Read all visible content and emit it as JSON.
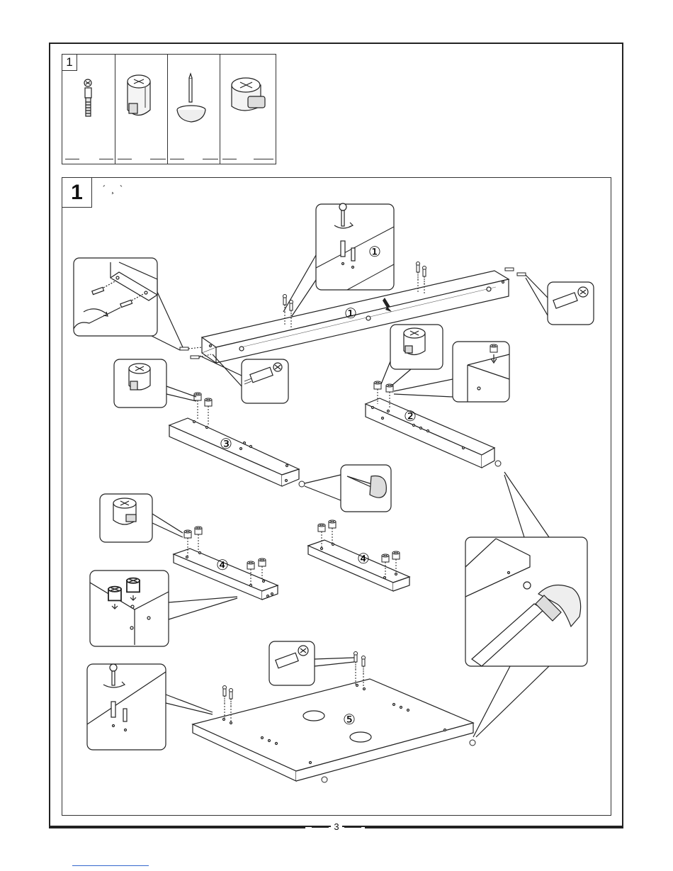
{
  "parts_panel": {
    "number": "1",
    "items": [
      {
        "icon": "cam-bolt-icon"
      },
      {
        "icon": "cam-lock-icon"
      },
      {
        "icon": "nail-glide-icon"
      },
      {
        "icon": "cam-lock-large-icon"
      }
    ]
  },
  "step": {
    "number": "1",
    "marks": "´ ¸ `"
  },
  "panels": {
    "p1": "①",
    "p1_detail": "①",
    "p2": "②",
    "p3": "③",
    "p4a": "④",
    "p4b": "④",
    "p5": "⑤"
  },
  "footer": {
    "page_number": "3"
  }
}
